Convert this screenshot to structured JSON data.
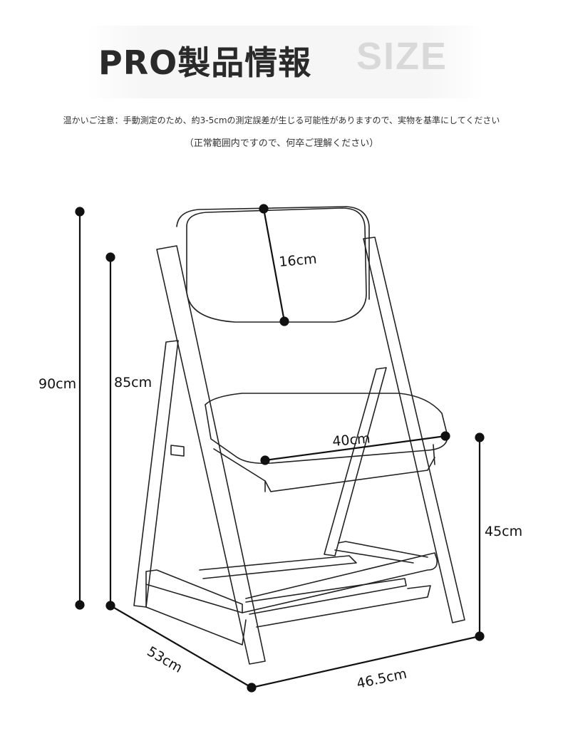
{
  "header": {
    "title": "PRO製品情報",
    "title_accent": "SIZE"
  },
  "notes": {
    "line1": "温かいご注意：手動測定のため、約3-5cmの測定誤差が生じる可能性がありますので、実物を基準にしてください",
    "line2": "（正常範囲内ですので、何卒ご理解ください）"
  },
  "dimensions": {
    "overall_height": "90cm",
    "back_height": "85cm",
    "backrest_height": "16cm",
    "seat_width": "40cm",
    "seat_height": "45cm",
    "depth": "53cm",
    "width": "46.5cm"
  },
  "colors": {
    "line": "#111111",
    "title": "#2a2a2a",
    "accent": "#d9d9d9"
  }
}
